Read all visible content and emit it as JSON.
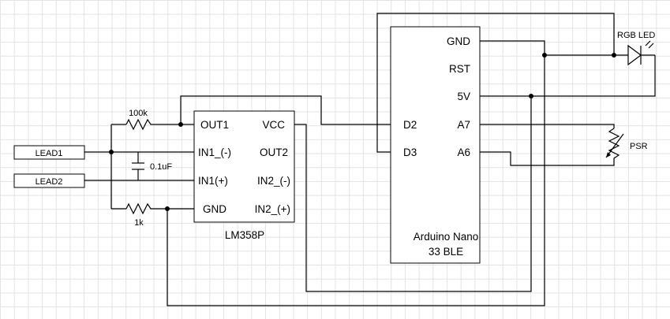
{
  "lm358": {
    "name": "LM358P",
    "pins_left": [
      "OUT1",
      "IN1_(-)",
      "IN1(+)",
      "GND"
    ],
    "pins_right": [
      "VCC",
      "OUT2",
      "IN2_(-)",
      "IN2_(+)"
    ]
  },
  "arduino": {
    "name_line1": "Arduino Nano",
    "name_line2": "33 BLE",
    "pins_left": [
      "D2",
      "D3"
    ],
    "pins_right": [
      "GND",
      "RST",
      "5V",
      "A7",
      "A6"
    ]
  },
  "leads": [
    "LEAD1",
    "LEAD2"
  ],
  "components": {
    "r_feedback": "100k",
    "r_gnd": "1k",
    "capacitor": "0.1uF",
    "led": "RGB LED",
    "psr": "PSR"
  }
}
